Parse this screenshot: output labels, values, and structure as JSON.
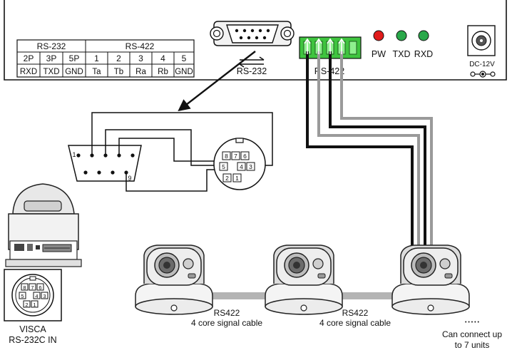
{
  "pin_table": {
    "rs232_header": "RS-232",
    "rs422_header": "RS-422",
    "pin_row": [
      "2P",
      "3P",
      "5P",
      "1",
      "2",
      "3",
      "4",
      "5"
    ],
    "signal_row": [
      "RXD",
      "TXD",
      "GND",
      "Ta",
      "Tb",
      "Ra",
      "Rb",
      "GND"
    ]
  },
  "panel": {
    "db9_label": "RS-232",
    "terminal_label": "RS-422",
    "led_labels": [
      "PW",
      "TXD",
      "RXD"
    ],
    "led_colors": [
      "#e11b1b",
      "#2aa84a",
      "#2aa84a"
    ],
    "terminal_color": "#3fc43f",
    "dc_label": "DC-12V"
  },
  "db9_pins": [
    "1",
    "9"
  ],
  "mini_din_pins": [
    "8",
    "7",
    "6",
    "5",
    "4",
    "3",
    "2",
    "1"
  ],
  "camera_side": {
    "mini_din_pins": [
      "8",
      "7",
      "6",
      "5",
      "4",
      "3",
      "2",
      "1"
    ],
    "visca_label_line1": "VISCA",
    "visca_label_line2": "RS-232C IN"
  },
  "cables": [
    {
      "line1": "RS422",
      "line2": "4 core signal cable"
    },
    {
      "line1": "RS422",
      "line2": "4 core signal cable"
    }
  ],
  "more_units": {
    "dots": "• • • • •",
    "line1": "Can connect up",
    "line2": "to 7 units"
  }
}
